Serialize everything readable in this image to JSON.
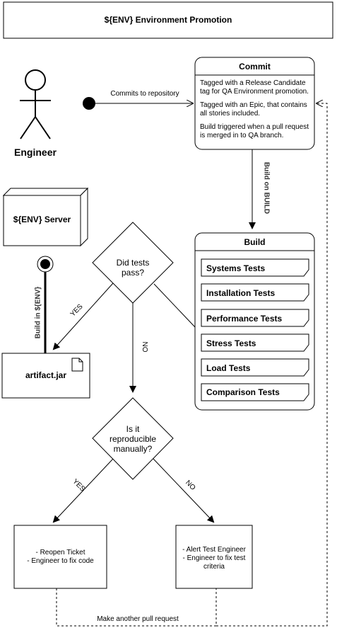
{
  "title": "${ENV} Environment Promotion",
  "actor": {
    "label": "Engineer"
  },
  "commit_edge_label": "Commits to repository",
  "commit": {
    "title": "Commit",
    "lines": [
      "Tagged with a Release Candidate tag for QA Environment promotion.",
      "Tagged with an Epic, that contains all stories included.",
      "Build triggered when a pull request is merged in to QA branch."
    ]
  },
  "build_edge_label": "Build on BUILD",
  "server": {
    "label": "${ENV} Server"
  },
  "build": {
    "title": "Build",
    "tests": [
      "Systems Tests",
      "Installation Tests",
      "Performance Tests",
      "Stress Tests",
      "Load Tests",
      "Comparison Tests"
    ]
  },
  "decision1": {
    "line1": "Did tests",
    "line2": "pass?"
  },
  "decision1_yes": "YES",
  "decision1_no": "NO",
  "deploy_edge_label": "Build in ${ENV}",
  "artifact": {
    "label": "artifact.jar"
  },
  "decision2": {
    "line1": "Is it",
    "line2": "reproducible",
    "line3": "manually?"
  },
  "decision2_yes": "YES",
  "decision2_no": "NO",
  "reopen": {
    "line1": "- Reopen Ticket",
    "line2": "- Engineer to fix code"
  },
  "alert": {
    "line1": "- Alert Test Engineer",
    "line2": "- Engineer to fix test",
    "line3": "criteria"
  },
  "loop_label": "Make another pull request"
}
